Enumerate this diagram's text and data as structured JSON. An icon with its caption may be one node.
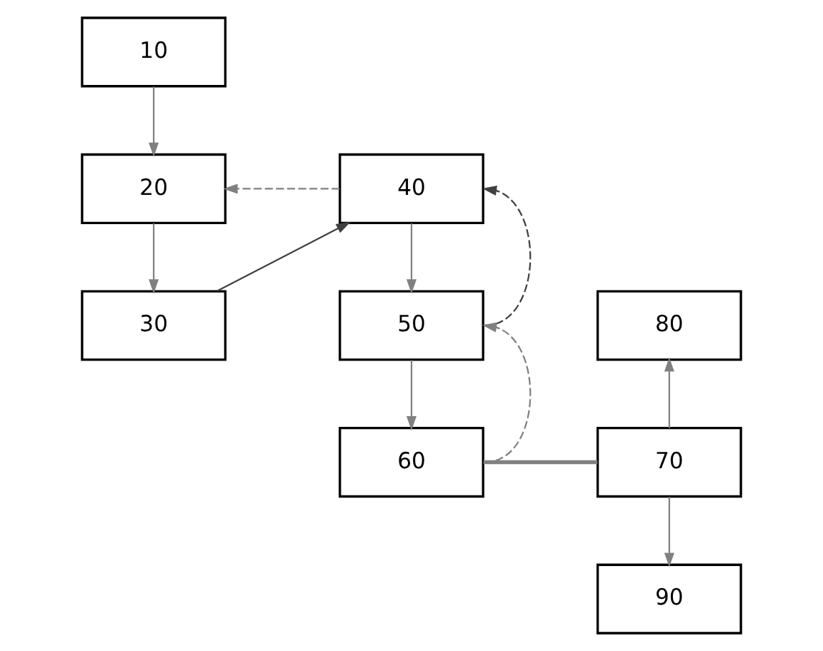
{
  "diagram": {
    "nodes": [
      {
        "text": [
          "10"
        ]
      },
      {
        "text": [
          "20"
        ]
      },
      {
        "text": [
          "30"
        ]
      },
      {
        "text": [
          "40"
        ]
      },
      {
        "text": [
          "50"
        ]
      },
      {
        "text": [
          "60"
        ]
      },
      {
        "text": [
          "70"
        ]
      },
      {
        "text": [
          "80"
        ]
      },
      {
        "text": [
          "90"
        ]
      }
    ],
    "edges": [
      {
        "from": 0,
        "to": 1,
        "arrow": "to"
      },
      {
        "from": 1,
        "to": 2,
        "arrow": "to"
      },
      {
        "from": 2,
        "to": 3,
        "arrow": "to",
        "color": "#404040"
      },
      {
        "from": 3,
        "to": 1,
        "arrow": "to",
        "style": "dashed"
      },
      {
        "from": 3,
        "to": 4,
        "arrow": "to"
      },
      {
        "from": 4,
        "to": 3,
        "arrow": "to",
        "style": "dashed",
        "color": "#404040"
      },
      {
        "from": 4,
        "to": 5,
        "arrow": "to"
      },
      {
        "from": 5,
        "to": 4,
        "arrow": "to",
        "style": "dashed"
      },
      {
        "from": 5,
        "to": 6,
        "arrow": "none",
        "style": "thick"
      },
      {
        "from": 6,
        "to": 7,
        "arrow": "to"
      },
      {
        "from": 6,
        "to": 8,
        "arrow": "to"
      }
    ]
  }
}
